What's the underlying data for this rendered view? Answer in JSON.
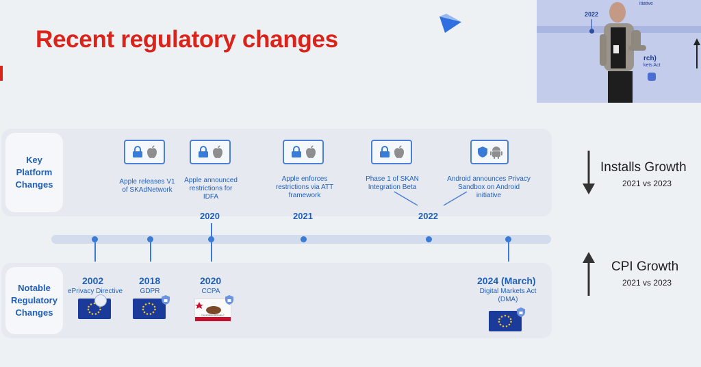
{
  "slide": {
    "title": "Recent regulatory changes"
  },
  "rows": {
    "platform_label": "Key\nPlatform\nChanges",
    "regulatory_label": "Notable\nRegulatory\nChanges"
  },
  "platform_events": [
    {
      "text": "Apple releases V1\nof SKAdNetwork",
      "icon": "apple-lock-icon"
    },
    {
      "text": "Apple announced\nrestrictions for\nIDFA",
      "icon": "apple-lock-icon"
    },
    {
      "text": "Apple enforces\nrestrictions via ATT\nframework",
      "icon": "apple-lock-icon"
    },
    {
      "text": "Phase 1 of SKAN\nIntegration Beta",
      "icon": "apple-lock-icon"
    },
    {
      "text": "Android announces Privacy\nSandbox on Android\ninitiative",
      "icon": "android-shield-icon"
    }
  ],
  "timeline_years": [
    "2020",
    "2021",
    "2022"
  ],
  "regulatory_events": [
    {
      "year": "2002",
      "text": "ePrivacy Directive",
      "icon": "eu-flag-icon"
    },
    {
      "year": "2018",
      "text": "GDPR",
      "icon": "eu-flag-icon"
    },
    {
      "year": "2020",
      "text": "CCPA",
      "icon": "california-flag-icon"
    },
    {
      "year": "2024 (March)",
      "text": "Digital Markets Act\n(DMA)",
      "icon": "eu-flag-icon"
    }
  ],
  "flag_caption": "CALIFORNIA REPUBLIC",
  "metrics": [
    {
      "label": "Installs Growth",
      "sub": "2021 vs 2023",
      "direction": "down"
    },
    {
      "label": "CPI Growth",
      "sub": "2021 vs 2023",
      "direction": "up"
    }
  ],
  "inset": {
    "year": "2022",
    "partial_text_1": "rch)",
    "partial_text_2": "kets Act",
    "partial_text_3": "itiative"
  },
  "colors": {
    "title": "#d9241b",
    "accent": "#1f5fb8",
    "timeline": "#3a7bd5",
    "eu_blue": "#1a3b99",
    "eu_star": "#f4c430"
  }
}
